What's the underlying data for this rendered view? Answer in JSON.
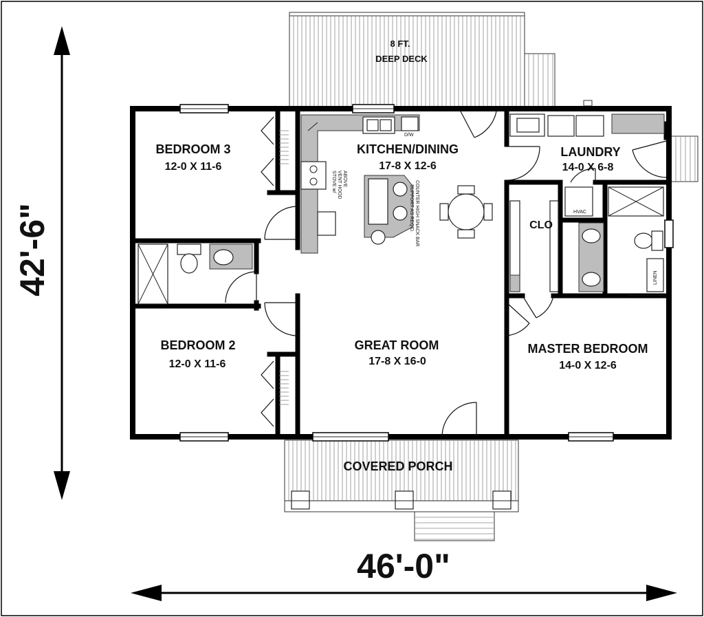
{
  "plan": {
    "rooms": [
      {
        "id": "deck",
        "name_line1": "8 FT.",
        "name_line2": "DEEP DECK"
      },
      {
        "id": "bedroom3",
        "name": "BEDROOM 3",
        "size": "12-0 X 11-6"
      },
      {
        "id": "kitchen",
        "name": "KITCHEN/DINING",
        "size": "17-8 X 12-6"
      },
      {
        "id": "laundry",
        "name": "LAUNDRY",
        "size": "14-0 X 6-8"
      },
      {
        "id": "clo",
        "name": "CLO"
      },
      {
        "id": "bedroom2",
        "name": "BEDROOM 2",
        "size": "12-0 X 11-6"
      },
      {
        "id": "greatroom",
        "name": "GREAT ROOM",
        "size": "17-8 X 16-0"
      },
      {
        "id": "master",
        "name": "MASTER BEDROOM",
        "size": "14-0 X 12-6"
      },
      {
        "id": "porch",
        "name": "COVERED PORCH"
      }
    ],
    "notes": {
      "stove_line1": "STOVE w/",
      "stove_line2": "VENT HOOD",
      "stove_line3": "ABOVE",
      "counter_line1": "COUNTER HIGH SNACK BAR",
      "counter_line2": "SUPPORT AS REQ'D.",
      "hvac": "HVAC",
      "linen": "LINEN",
      "dw": "D/W"
    },
    "dimensions": {
      "depth": "42'-6\"",
      "width": "46'-0\""
    }
  },
  "colors": {
    "wall": "#000000",
    "fixture_fill": "#bdbdbd",
    "background": "#ffffff"
  }
}
